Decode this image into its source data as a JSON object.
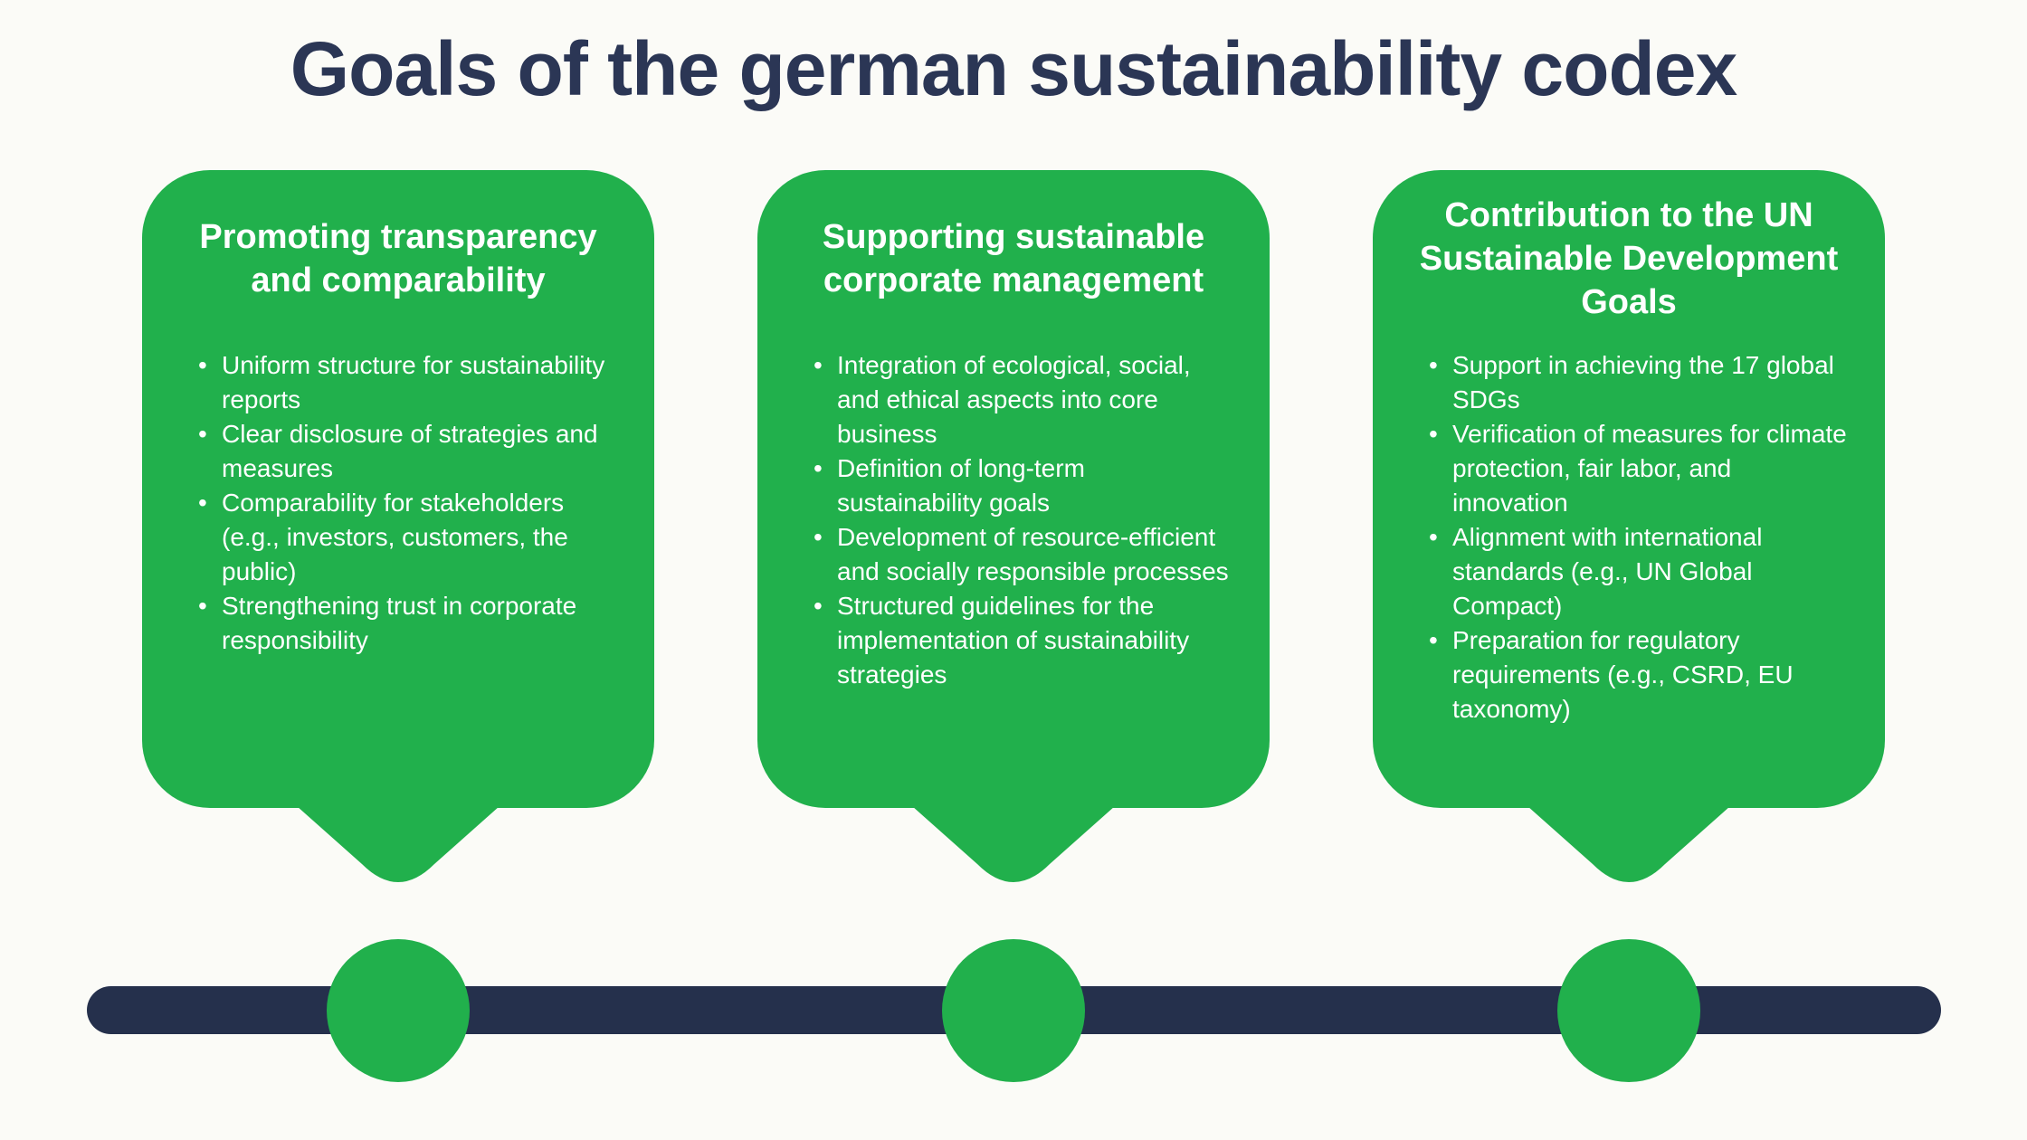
{
  "page": {
    "title": "Goals of the german sustainability codex"
  },
  "colors": {
    "background": "#fbfbf7",
    "card_green": "#21b04c",
    "timeline_navy": "#25304c",
    "title_navy": "#2b3655",
    "card_text": "#ffffff"
  },
  "cards": [
    {
      "title": "Promoting transparency and comparability",
      "bullets": [
        "Uniform structure for sustainability reports",
        "Clear disclosure of strategies and measures",
        "Comparability for stakeholders (e.g., investors, customers, the public)",
        "Strengthening trust in corporate responsibility"
      ]
    },
    {
      "title": "Supporting sustainable corporate management",
      "bullets": [
        "Integration of ecological, social, and ethical aspects into core business",
        "Definition of long-term sustainability goals",
        "Development of resource-efficient and socially responsible processes",
        "Structured guidelines for the implementation of sustainability strategies"
      ]
    },
    {
      "title": "Contribution to the UN Sustainable Development Goals",
      "bullets": [
        "Support in achieving the 17 global SDGs",
        "Verification of measures for climate protection, fair labor, and innovation",
        "Alignment with international standards (e.g., UN Global Compact)",
        "Preparation for regulatory requirements (e.g., CSRD, EU taxonomy)"
      ]
    }
  ],
  "timeline": {
    "node_count": 3
  }
}
